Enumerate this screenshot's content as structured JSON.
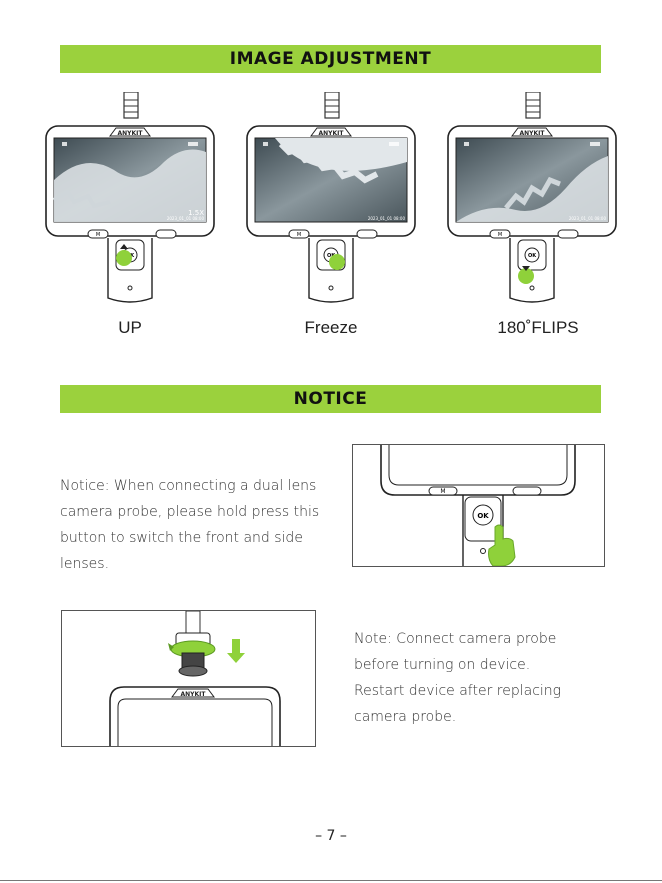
{
  "sections": {
    "image_adjustment": {
      "title": "IMAGE ADJUSTMENT"
    },
    "notice": {
      "title": "NOTICE"
    }
  },
  "brand": "ANYKIT",
  "devices": [
    {
      "caption": "UP",
      "zoom": "1.5X",
      "timestamp": "2023_01_01 08:00"
    },
    {
      "caption": "Freeze",
      "zoom": "",
      "timestamp": "2023_01_01 08:00"
    },
    {
      "caption": "180˚FLIPS",
      "zoom": "",
      "timestamp": "2023_01_01 08:00"
    }
  ],
  "buttons": {
    "mode": "M",
    "ok": "OK"
  },
  "notice_text": [
    "Notice: When connecting a dual lens",
    "camera probe, please hold press this",
    "button to switch the front and side",
    "lenses."
  ],
  "note_text": [
    "Note: Connect camera probe",
    "before turning on device.",
    "Restart device after replacing",
    "camera probe."
  ],
  "page_number": "– 7 –",
  "colors": {
    "accent": "#9bd13d",
    "screen": "#6b7a82",
    "pointer": "#8fd13a"
  }
}
